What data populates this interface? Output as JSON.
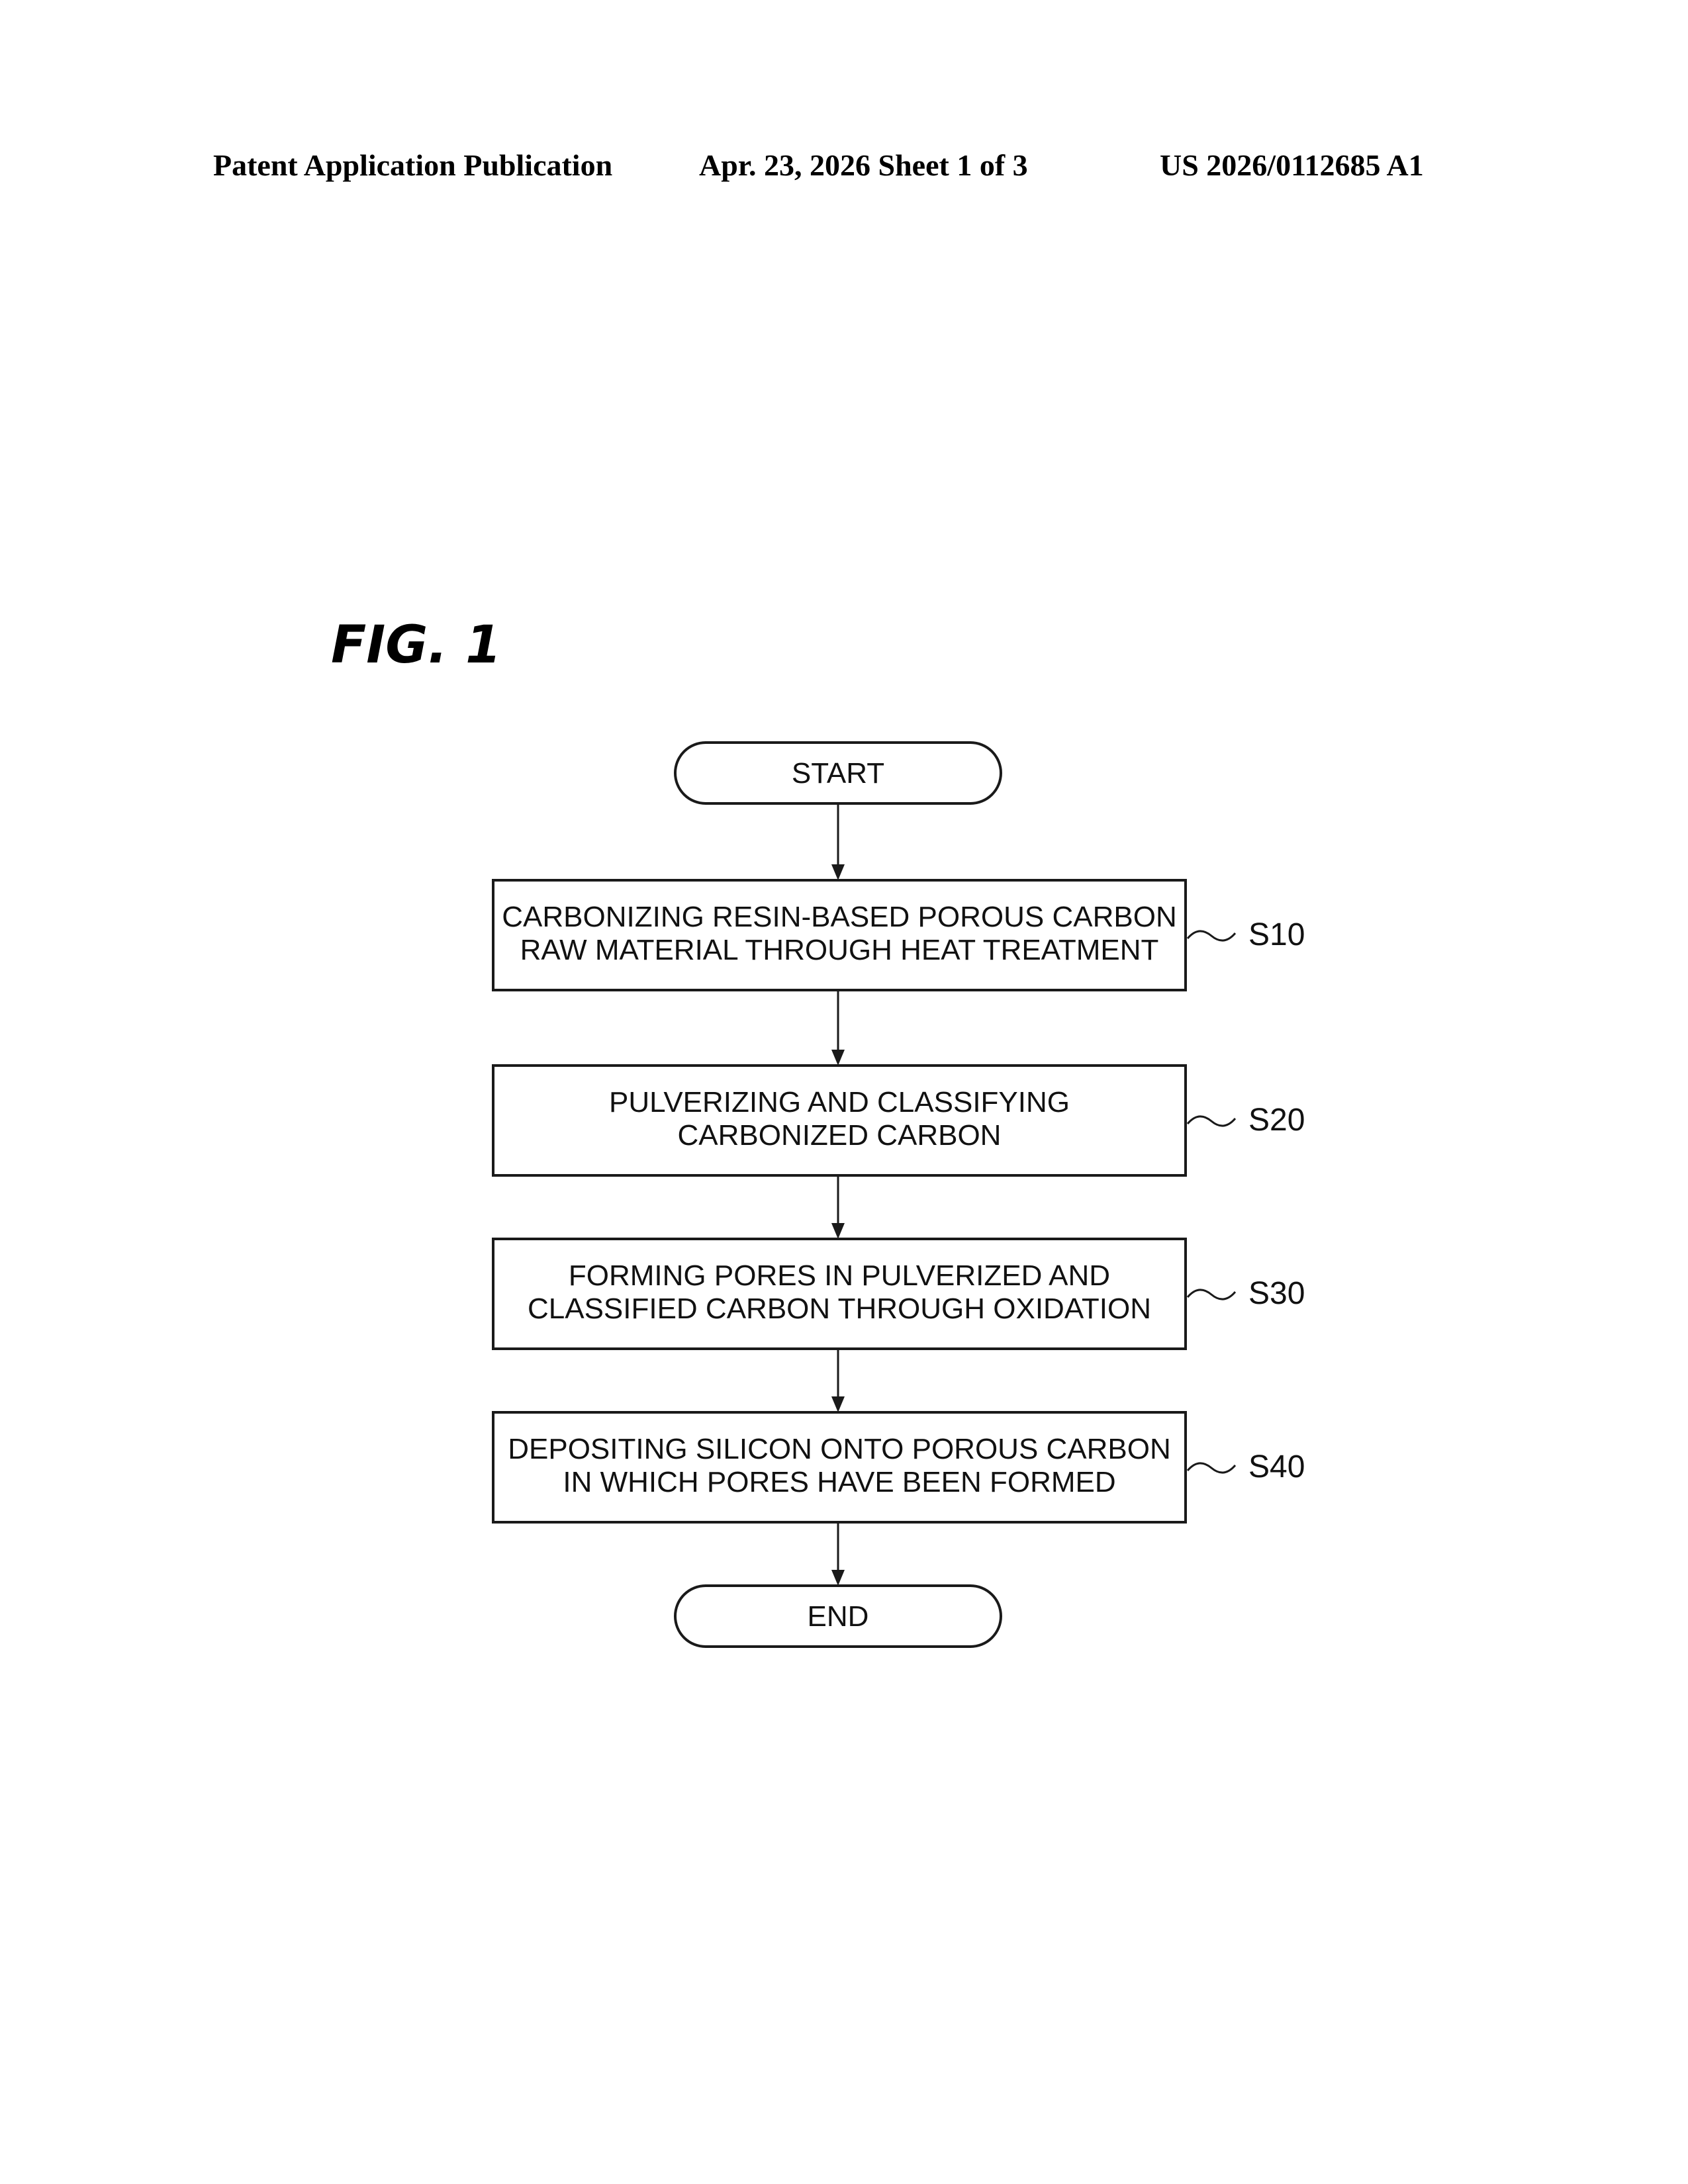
{
  "header": {
    "publication": "Patent Application Publication",
    "date_sheet": "Apr. 23, 2026  Sheet 1 of 3",
    "number": "US 2026/0112685 A1"
  },
  "figure": {
    "label": "FIG. 1"
  },
  "flowchart": {
    "start": "START",
    "end": "END",
    "steps": [
      {
        "ref": "S10",
        "lines": [
          "CARBONIZING RESIN-BASED POROUS CARBON",
          "RAW MATERIAL THROUGH HEAT TREATMENT"
        ]
      },
      {
        "ref": "S20",
        "lines": [
          "PULVERIZING AND CLASSIFYING",
          "CARBONIZED CARBON"
        ]
      },
      {
        "ref": "S30",
        "lines": [
          "FORMING PORES IN PULVERIZED AND",
          "CLASSIFIED CARBON THROUGH OXIDATION"
        ]
      },
      {
        "ref": "S40",
        "lines": [
          "DEPOSITING SILICON ONTO POROUS CARBON",
          "IN WHICH PORES HAVE BEEN FORMED"
        ]
      }
    ]
  }
}
